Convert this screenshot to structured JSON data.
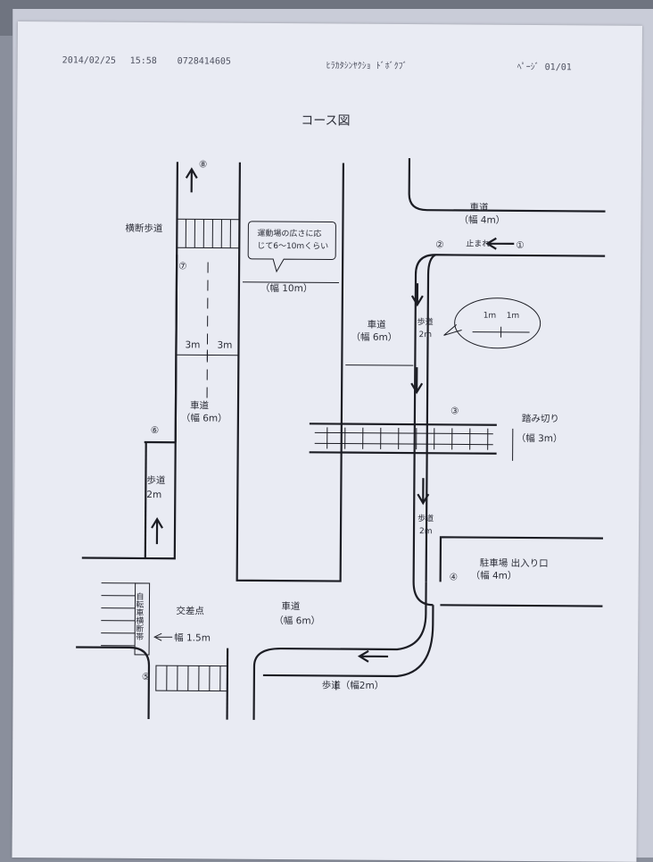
{
  "header": {
    "date": "2014/02/25",
    "time": "15:58",
    "number": "0728414605",
    "sender": "ﾋﾗｶﾀｼﾝﾔｸｼｮ ﾄﾞﾎﾞｸﾌﾞ",
    "page": "ﾍﾟｰｼﾞ 01/01"
  },
  "title": "コース図",
  "labels": {
    "crosswalk": "横断歩道",
    "field_note_line1": "運動場の広さに応",
    "field_note_line2": "じて6～10mくらい",
    "field_width": "（幅 10m）",
    "road_top": "車道",
    "road_top_width": "（幅 4m）",
    "stop_sign": "止まれ",
    "road_mid": "車道",
    "road_mid_width": "（幅 6m）",
    "sidewalk_right": "歩道",
    "sidewalk_right_width": "2m",
    "one_m_a": "1m",
    "one_m_b": "1m",
    "lane_a": "3m",
    "lane_b": "3m",
    "road_left": "車道",
    "road_left_width": "（幅 6m）",
    "railroad": "踏み切り",
    "railroad_width": "（幅 3m）",
    "sidewalk_left": "歩道",
    "sidewalk_left_width": "2m",
    "sidewalk_right2": "歩道",
    "sidewalk_right2_width": "2m",
    "parking": "駐車場 出入り口",
    "parking_width": "（幅 4m）",
    "intersection": "交差点",
    "road_bottom": "車道",
    "road_bottom_width": "（幅 6m）",
    "bike_crossing": "自転車横断帯",
    "bike_width": "幅 1.5m",
    "sidewalk_bottom": "歩道（幅2m）"
  },
  "markers": {
    "m1": "①",
    "m2": "②",
    "m3": "③",
    "m4": "④",
    "m5": "⑤",
    "m6": "⑥",
    "m7": "⑦",
    "m8": "⑧"
  }
}
